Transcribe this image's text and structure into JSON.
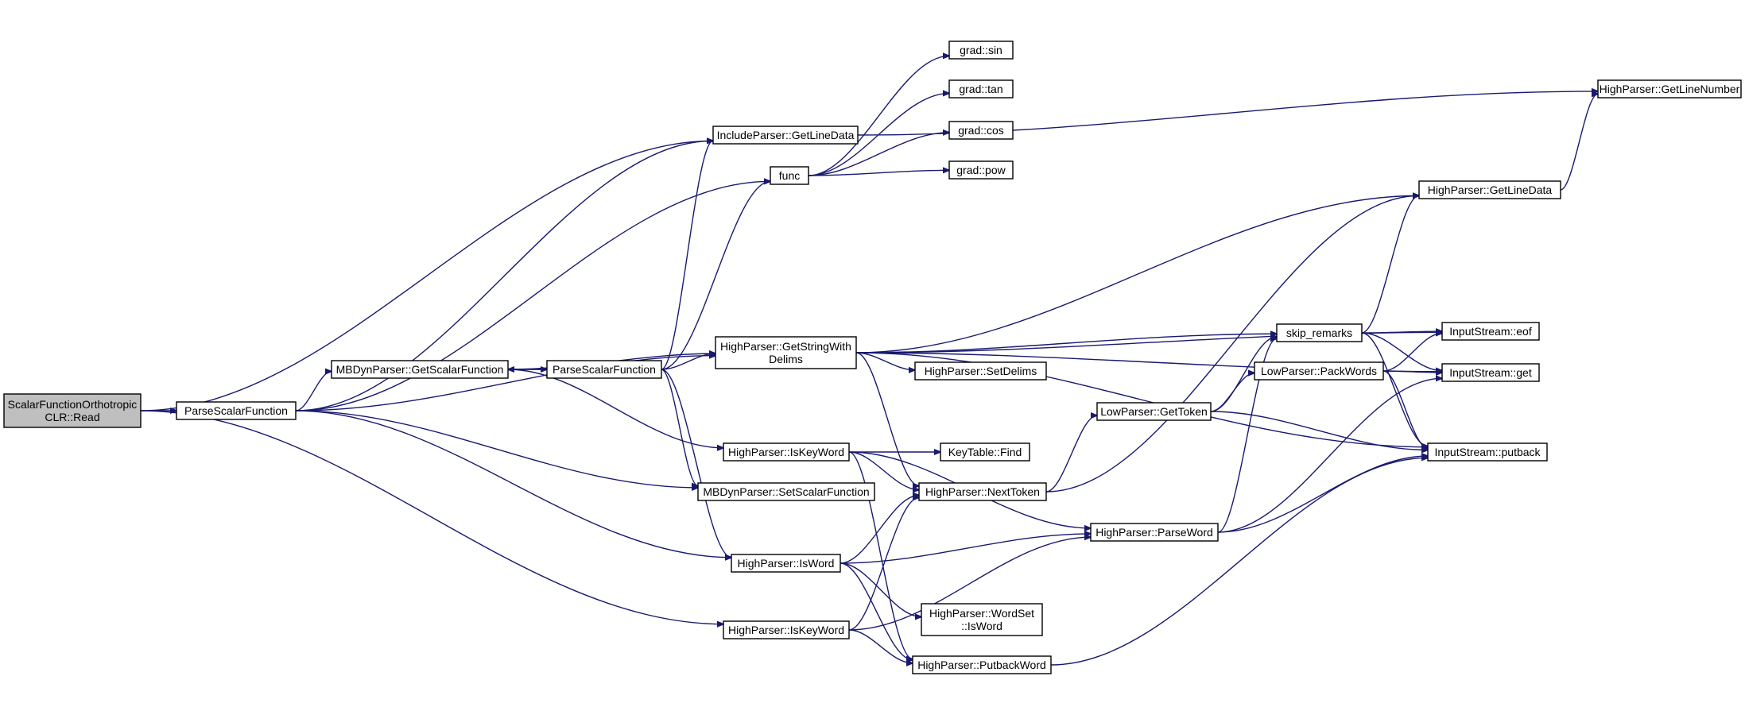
{
  "graph": {
    "nodes": [
      {
        "id": "root",
        "lines": [
          "ScalarFunctionOrthotropic",
          "CLR::Read"
        ],
        "root": true
      },
      {
        "id": "psf_a",
        "lines": [
          "ParseScalarFunction"
        ]
      },
      {
        "id": "mbd_gsf",
        "lines": [
          "MBDynParser::GetScalarFunction"
        ]
      },
      {
        "id": "psf_b",
        "lines": [
          "ParseScalarFunction"
        ]
      },
      {
        "id": "ip_gld",
        "lines": [
          "IncludeParser::GetLineData"
        ]
      },
      {
        "id": "func",
        "lines": [
          "func"
        ]
      },
      {
        "id": "g_sin",
        "lines": [
          "grad::sin"
        ]
      },
      {
        "id": "g_tan",
        "lines": [
          "grad::tan"
        ]
      },
      {
        "id": "g_cos",
        "lines": [
          "grad::cos"
        ]
      },
      {
        "id": "g_pow",
        "lines": [
          "grad::pow"
        ]
      },
      {
        "id": "hp_gswd",
        "lines": [
          "HighParser::GetStringWith",
          "Delims"
        ]
      },
      {
        "id": "hp_sd",
        "lines": [
          "HighParser::SetDelims"
        ]
      },
      {
        "id": "hp_ikw1",
        "lines": [
          "HighParser::IsKeyWord"
        ]
      },
      {
        "id": "kt_find",
        "lines": [
          "KeyTable::Find"
        ]
      },
      {
        "id": "mbd_ssf",
        "lines": [
          "MBDynParser::SetScalarFunction"
        ]
      },
      {
        "id": "hp_nt",
        "lines": [
          "HighParser::NextToken"
        ]
      },
      {
        "id": "hp_isw",
        "lines": [
          "HighParser::IsWord"
        ]
      },
      {
        "id": "hp_wsiw",
        "lines": [
          "HighParser::WordSet",
          "::IsWord"
        ]
      },
      {
        "id": "hp_ikw2",
        "lines": [
          "HighParser::IsKeyWord"
        ]
      },
      {
        "id": "hp_pbw",
        "lines": [
          "HighParser::PutbackWord"
        ]
      },
      {
        "id": "hp_pw",
        "lines": [
          "HighParser::ParseWord"
        ]
      },
      {
        "id": "lp_gt",
        "lines": [
          "LowParser::GetToken"
        ]
      },
      {
        "id": "skip",
        "lines": [
          "skip_remarks"
        ]
      },
      {
        "id": "lp_pack",
        "lines": [
          "LowParser::PackWords"
        ]
      },
      {
        "id": "hp_gld",
        "lines": [
          "HighParser::GetLineData"
        ]
      },
      {
        "id": "hp_gln",
        "lines": [
          "HighParser::GetLineNumber"
        ]
      },
      {
        "id": "is_eof",
        "lines": [
          "InputStream::eof"
        ]
      },
      {
        "id": "is_get",
        "lines": [
          "InputStream::get"
        ]
      },
      {
        "id": "is_putback",
        "lines": [
          "InputStream::putback"
        ]
      }
    ],
    "edges": [
      [
        "root",
        "ip_gld"
      ],
      [
        "root",
        "psf_a"
      ],
      [
        "root",
        "hp_ikw2"
      ],
      [
        "psf_a",
        "ip_gld"
      ],
      [
        "psf_a",
        "func"
      ],
      [
        "psf_a",
        "mbd_gsf"
      ],
      [
        "psf_a",
        "hp_gswd"
      ],
      [
        "psf_a",
        "mbd_ssf"
      ],
      [
        "psf_a",
        "hp_isw"
      ],
      [
        "mbd_gsf",
        "psf_b"
      ],
      [
        "mbd_gsf",
        "hp_gswd"
      ],
      [
        "mbd_gsf",
        "hp_ikw1"
      ],
      [
        "psf_b",
        "mbd_gsf"
      ],
      [
        "psf_b",
        "ip_gld"
      ],
      [
        "psf_b",
        "func"
      ],
      [
        "psf_b",
        "hp_gswd"
      ],
      [
        "psf_b",
        "mbd_ssf"
      ],
      [
        "psf_b",
        "hp_isw"
      ],
      [
        "ip_gld",
        "hp_gln"
      ],
      [
        "func",
        "g_sin"
      ],
      [
        "func",
        "g_tan"
      ],
      [
        "func",
        "g_cos"
      ],
      [
        "func",
        "g_pow"
      ],
      [
        "hp_gswd",
        "hp_gld"
      ],
      [
        "hp_gswd",
        "is_eof"
      ],
      [
        "hp_gswd",
        "is_get"
      ],
      [
        "hp_gswd",
        "skip"
      ],
      [
        "hp_gswd",
        "hp_sd"
      ],
      [
        "hp_gswd",
        "is_putback"
      ],
      [
        "hp_gswd",
        "hp_nt"
      ],
      [
        "hp_ikw1",
        "kt_find"
      ],
      [
        "hp_ikw1",
        "hp_nt"
      ],
      [
        "hp_ikw1",
        "hp_pw"
      ],
      [
        "hp_ikw1",
        "hp_pbw"
      ],
      [
        "hp_nt",
        "hp_gld"
      ],
      [
        "hp_nt",
        "lp_gt"
      ],
      [
        "hp_isw",
        "hp_nt"
      ],
      [
        "hp_isw",
        "hp_pw"
      ],
      [
        "hp_isw",
        "hp_wsiw"
      ],
      [
        "hp_isw",
        "hp_pbw"
      ],
      [
        "hp_ikw2",
        "hp_nt"
      ],
      [
        "hp_ikw2",
        "hp_pbw"
      ],
      [
        "hp_ikw2",
        "hp_pw"
      ],
      [
        "hp_pbw",
        "is_putback"
      ],
      [
        "hp_pw",
        "skip"
      ],
      [
        "hp_pw",
        "is_get"
      ],
      [
        "hp_pw",
        "is_putback"
      ],
      [
        "lp_gt",
        "skip"
      ],
      [
        "lp_gt",
        "lp_pack"
      ],
      [
        "lp_gt",
        "is_putback"
      ],
      [
        "skip",
        "hp_gld"
      ],
      [
        "skip",
        "is_eof"
      ],
      [
        "skip",
        "is_get"
      ],
      [
        "skip",
        "is_putback"
      ],
      [
        "lp_pack",
        "is_eof"
      ],
      [
        "lp_pack",
        "is_get"
      ],
      [
        "lp_pack",
        "is_putback"
      ],
      [
        "hp_gld",
        "hp_gln"
      ]
    ]
  }
}
